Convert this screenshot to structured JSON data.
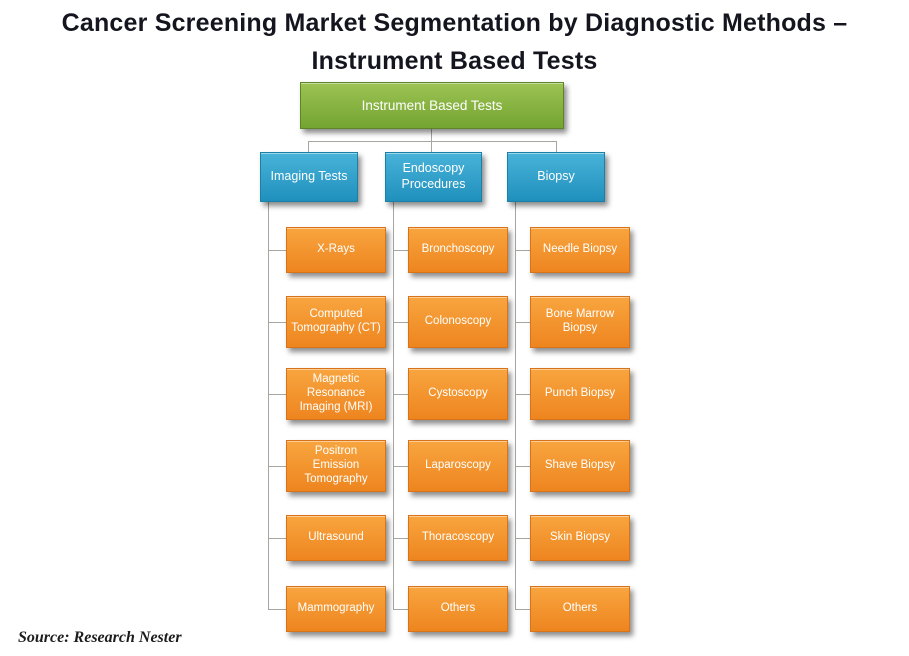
{
  "title": {
    "line1": "Cancer Screening Market Segmentation by Diagnostic Methods –",
    "line2": "Instrument Based Tests"
  },
  "root_label": "Instrument Based Tests",
  "columns": [
    {
      "header": "Imaging Tests",
      "items": [
        "X-Rays",
        "Computed Tomography (CT)",
        "Magnetic Resonance Imaging (MRI)",
        "Positron Emission Tomography",
        "Ultrasound",
        "Mammography"
      ]
    },
    {
      "header": "Endoscopy Procedures",
      "items": [
        "Bronchoscopy",
        "Colonoscopy",
        "Cystoscopy",
        "Laparoscopy",
        "Thoracoscopy",
        "Others"
      ]
    },
    {
      "header": "Biopsy",
      "items": [
        "Needle Biopsy",
        "Bone Marrow Biopsy",
        "Punch Biopsy",
        "Shave Biopsy",
        "Skin Biopsy",
        "Others"
      ]
    }
  ],
  "source": "Source: Research Nester",
  "colors": {
    "root_green": "#74a431",
    "branch_blue": "#1f90bd",
    "leaf_orange": "#ee851f",
    "connector": "#a6a69e",
    "title_text": "#15151f"
  }
}
